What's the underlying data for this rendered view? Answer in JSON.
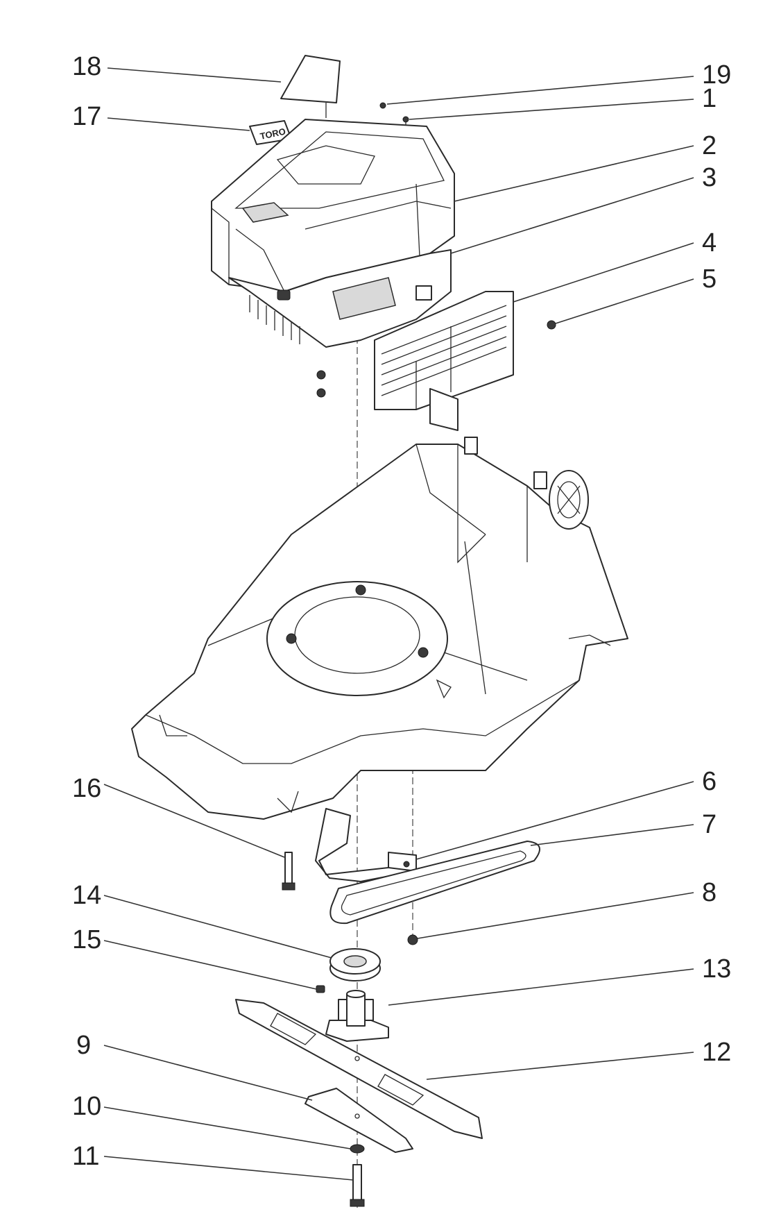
{
  "callouts": {
    "c1": "1",
    "c2": "2",
    "c3": "3",
    "c4": "4",
    "c5": "5",
    "c6": "6",
    "c7": "7",
    "c8": "8",
    "c9": "9",
    "c10": "10",
    "c11": "11",
    "c12": "12",
    "c13": "13",
    "c14": "14",
    "c15": "15",
    "c16": "16",
    "c17": "17",
    "c18": "18",
    "c19": "19"
  },
  "logo_text": "TORO",
  "colors": {
    "line": "#2a2a2a",
    "fill": "#ffffff",
    "shade": "#d9d9d9"
  }
}
